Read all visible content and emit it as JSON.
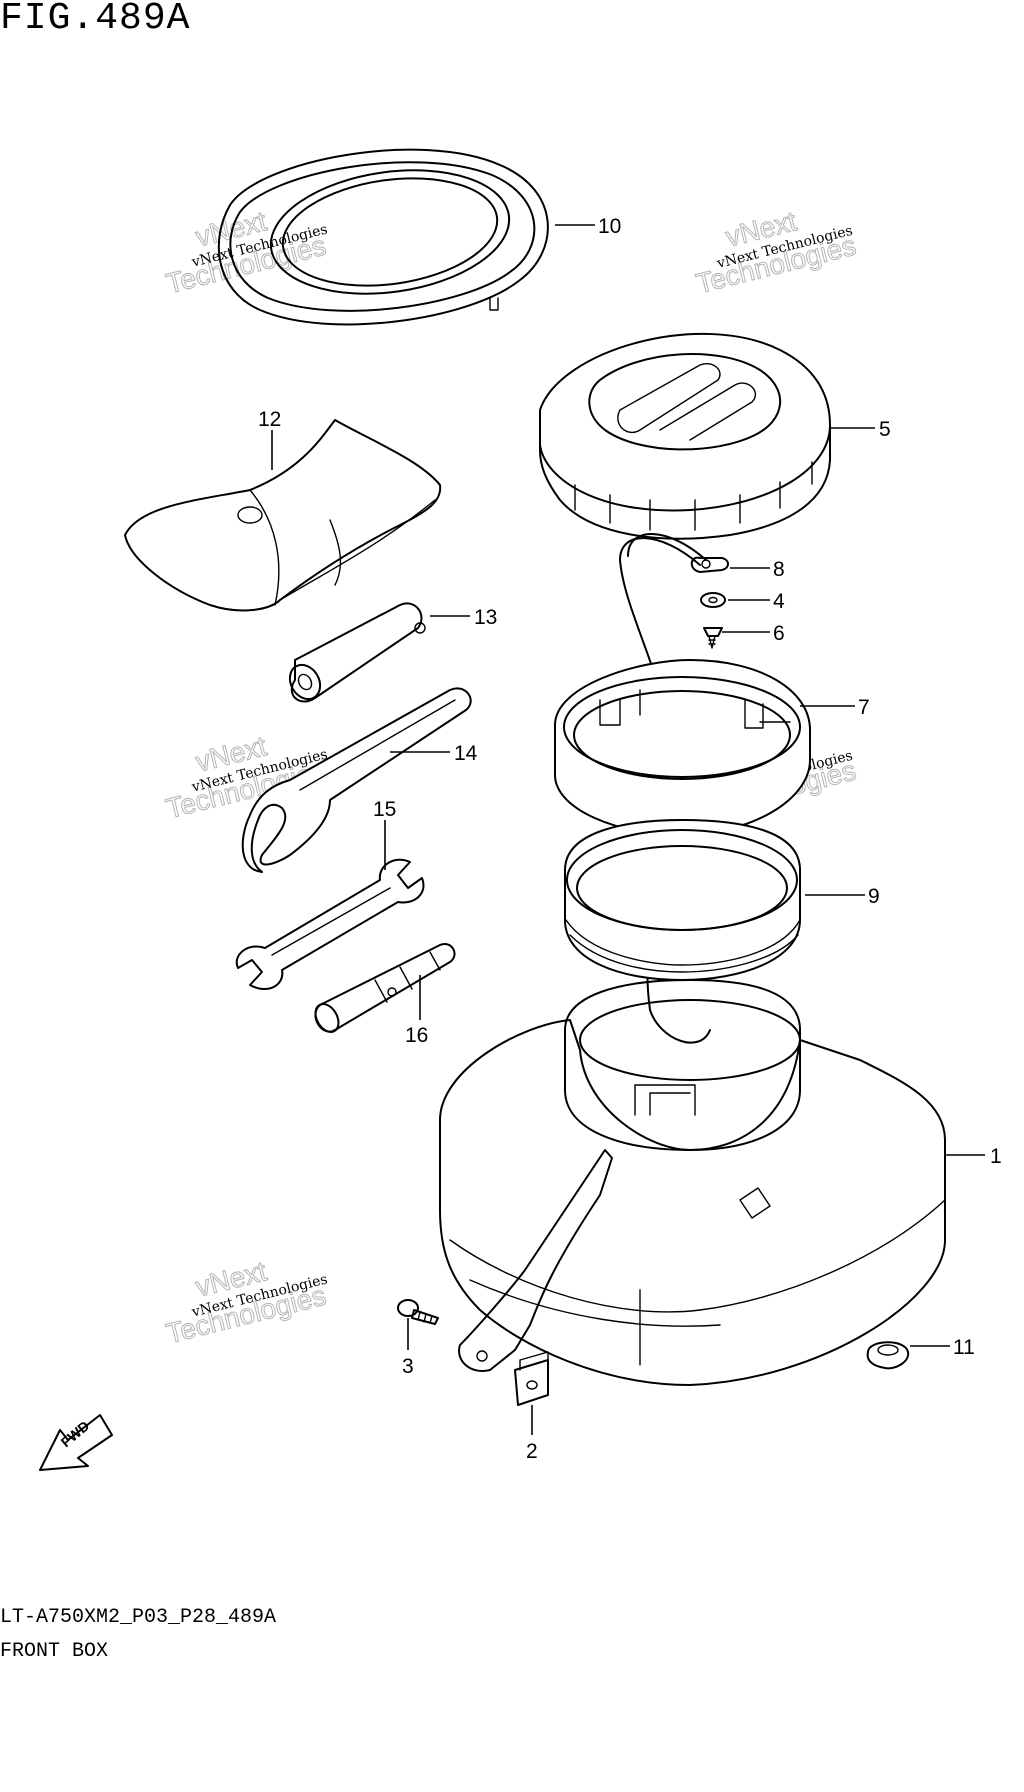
{
  "figure": {
    "title": "FIG.489A",
    "code": "LT-A750XM2_P03_P28_489A",
    "name": "FRONT BOX"
  },
  "callouts": [
    {
      "id": "1",
      "label": "1",
      "part": "front box body"
    },
    {
      "id": "2",
      "label": "2",
      "part": "clip"
    },
    {
      "id": "3",
      "label": "3",
      "part": "screw"
    },
    {
      "id": "4",
      "label": "4",
      "part": "washer"
    },
    {
      "id": "5",
      "label": "5",
      "part": "cap"
    },
    {
      "id": "6",
      "label": "6",
      "part": "screw"
    },
    {
      "id": "7",
      "label": "7",
      "part": "ring"
    },
    {
      "id": "8",
      "label": "8",
      "part": "strap eyelet"
    },
    {
      "id": "9",
      "label": "9",
      "part": "seal"
    },
    {
      "id": "10",
      "label": "10",
      "part": "gasket"
    },
    {
      "id": "11",
      "label": "11",
      "part": "grommet"
    },
    {
      "id": "12",
      "label": "12",
      "part": "tool bag"
    },
    {
      "id": "13",
      "label": "13",
      "part": "handle"
    },
    {
      "id": "14",
      "label": "14",
      "part": "spanner"
    },
    {
      "id": "15",
      "label": "15",
      "part": "wrench"
    },
    {
      "id": "16",
      "label": "16",
      "part": "plug wrench"
    }
  ],
  "fwd_arrow": {
    "label": "FWD",
    "icon": "fwd-arrow-icon"
  },
  "watermark": {
    "small": "vNext Technologies",
    "big_top": "vNext",
    "big_bottom": "Technologies"
  }
}
